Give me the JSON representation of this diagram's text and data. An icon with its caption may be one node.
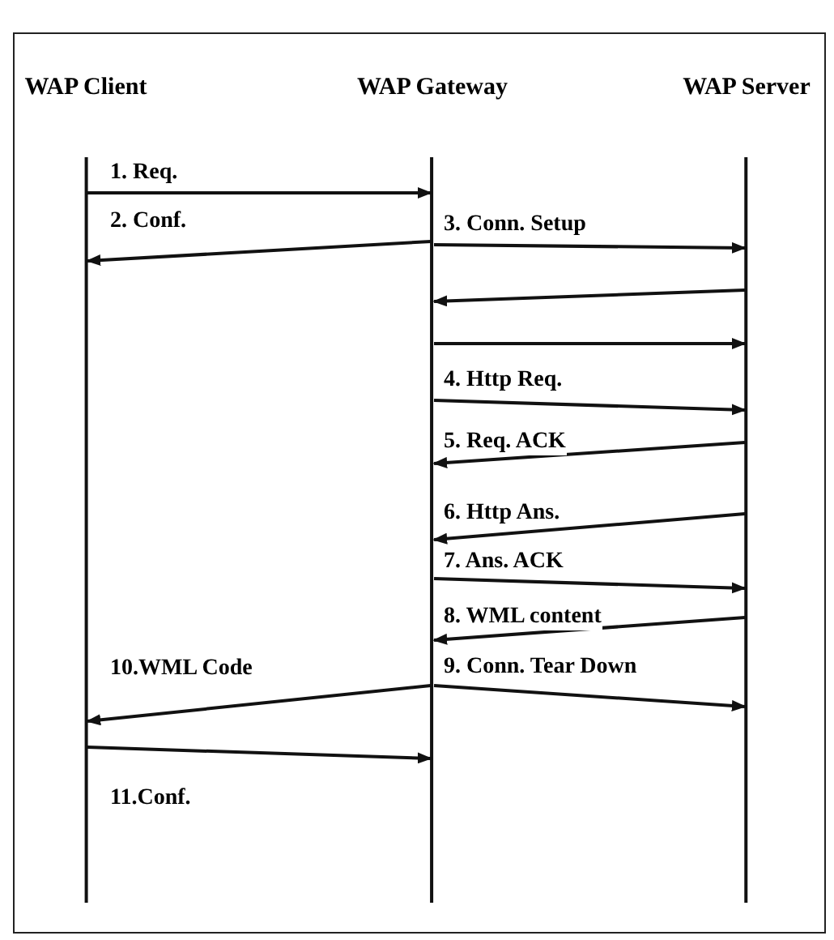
{
  "diagram": {
    "nodes": [
      {
        "text": [
          "WAP Client"
        ]
      },
      {
        "text": [
          "WAP Gateway"
        ]
      },
      {
        "text": [
          "WAP Server"
        ]
      }
    ],
    "edges": [
      {
        "from": 0,
        "to": 1,
        "arrow": "to",
        "label": "1. Req."
      },
      {
        "from": 1,
        "to": 0,
        "arrow": "to",
        "label": "2. Conf."
      },
      {
        "from": 1,
        "to": 2,
        "arrow": "to",
        "label": "3. Conn. Setup"
      },
      {
        "from": 2,
        "to": 1,
        "arrow": "to"
      },
      {
        "from": 1,
        "to": 2,
        "arrow": "to"
      },
      {
        "from": 1,
        "to": 2,
        "arrow": "to",
        "label": "4. Http Req."
      },
      {
        "from": 2,
        "to": 1,
        "arrow": "to",
        "label": "5. Req. ACK"
      },
      {
        "from": 2,
        "to": 1,
        "arrow": "to",
        "label": "6. Http Ans."
      },
      {
        "from": 1,
        "to": 2,
        "arrow": "to",
        "label": "7. Ans. ACK"
      },
      {
        "from": 2,
        "to": 1,
        "arrow": "to",
        "label": "8. WML content"
      },
      {
        "from": 1,
        "to": 2,
        "arrow": "to",
        "label": "9. Conn. Tear Down"
      },
      {
        "from": 1,
        "to": 0,
        "arrow": "to",
        "label": "10.WML Code"
      },
      {
        "from": 0,
        "to": 1,
        "arrow": "to",
        "label": "11.Conf."
      }
    ]
  }
}
